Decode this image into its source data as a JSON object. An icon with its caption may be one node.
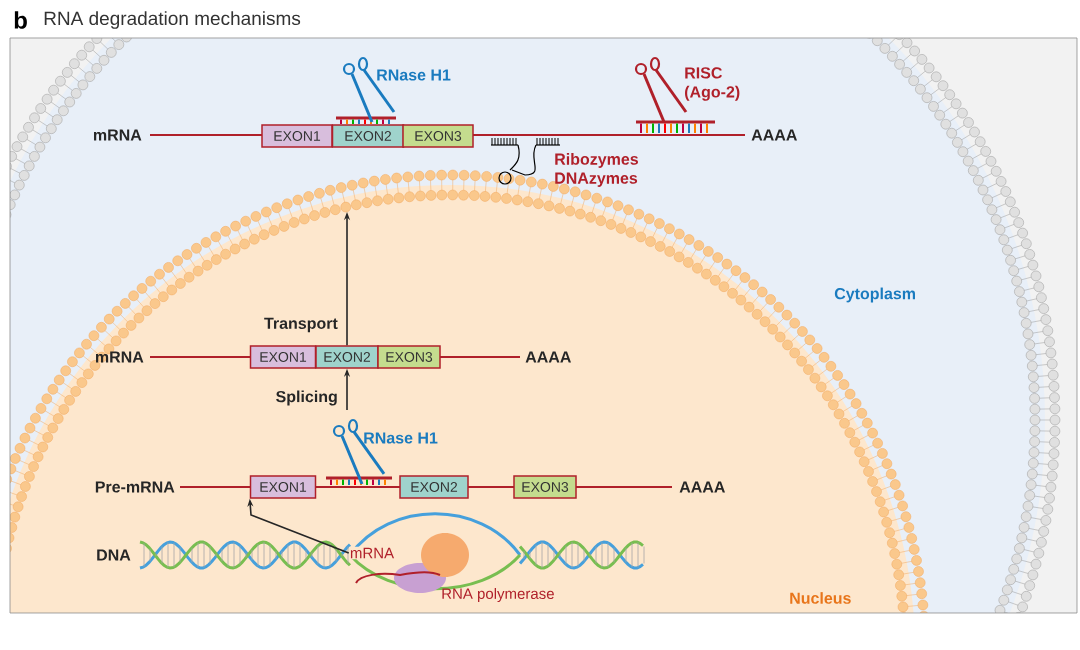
{
  "diagram": {
    "title": "RNA degradation mechanisms",
    "nodes": [
      {
        "text": [
          "EXON1"
        ]
      },
      {
        "text": [
          "EXON2"
        ]
      },
      {
        "text": [
          "EXON3"
        ]
      },
      {
        "text": [
          "EXON1"
        ]
      },
      {
        "text": [
          "EXON2"
        ]
      },
      {
        "text": [
          "EXON3"
        ]
      },
      {
        "text": [
          "EXON1"
        ]
      },
      {
        "text": [
          "EXON2"
        ]
      },
      {
        "text": [
          "EXON3"
        ]
      },
      {
        "text": [
          "mRNA"
        ]
      }
    ],
    "edges": [
      {
        "from": null,
        "to": 4,
        "arrow": "to",
        "label": "Splicing"
      },
      {
        "from": 4,
        "to": null,
        "arrow": "to",
        "label": "Transport"
      },
      {
        "from": 9,
        "to": 6,
        "arrow": "to"
      }
    ],
    "labels": [
      "b",
      "mRNA",
      "RNase H1",
      "RISC (Ago-2)",
      "AAAA",
      "Ribozymes DNAzymes",
      "Cytoplasm",
      "mRNA",
      "AAAA",
      "RNase H1",
      "Pre-mRNA",
      "AAAA",
      "DNA",
      "RNA polymerase",
      "Nucleus"
    ]
  }
}
